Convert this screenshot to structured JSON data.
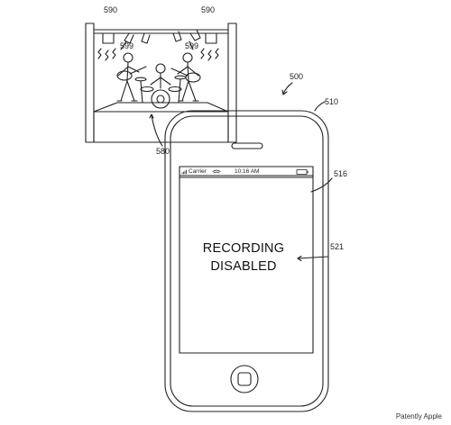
{
  "labels": {
    "ref_590_left": "590",
    "ref_590_right": "590",
    "ref_599_left": "599",
    "ref_599_right": "599",
    "ref_580": "580",
    "ref_500": "500",
    "ref_510": "510",
    "ref_516": "516",
    "ref_521": "521"
  },
  "phone": {
    "carrier": "Carrier",
    "time": "10:16 AM",
    "message_line1": "RECORDING",
    "message_line2": "DISABLED"
  },
  "credit": "Patently Apple",
  "icons": {
    "stage": "concert-stage-illustration",
    "lights": "stage-light-icon",
    "wifi": "wifi-icon",
    "battery": "battery-icon",
    "home": "home-button-icon",
    "arrow": "reference-arrow-icon"
  },
  "colors": {
    "line": "#222222",
    "background": "#ffffff"
  }
}
